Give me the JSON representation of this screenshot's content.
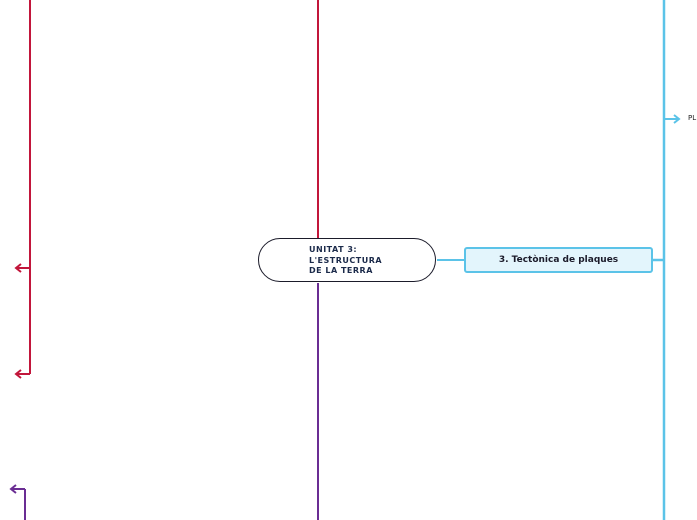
{
  "colors": {
    "red_branch": "#c2163b",
    "purple_branch": "#6a2d93",
    "blue_branch": "#5bc3e8",
    "central_border": "#1b1b2a",
    "central_text": "#1b2a4a",
    "topic_fill": "#e3f5fc"
  },
  "central": {
    "title": "UNITAT 3:\nL'ESTRUCTURA\nDE LA TERRA"
  },
  "topics": [
    {
      "label": "3. Tectònica de plaques"
    }
  ],
  "edge_labels": {
    "right_cut": "PL"
  }
}
